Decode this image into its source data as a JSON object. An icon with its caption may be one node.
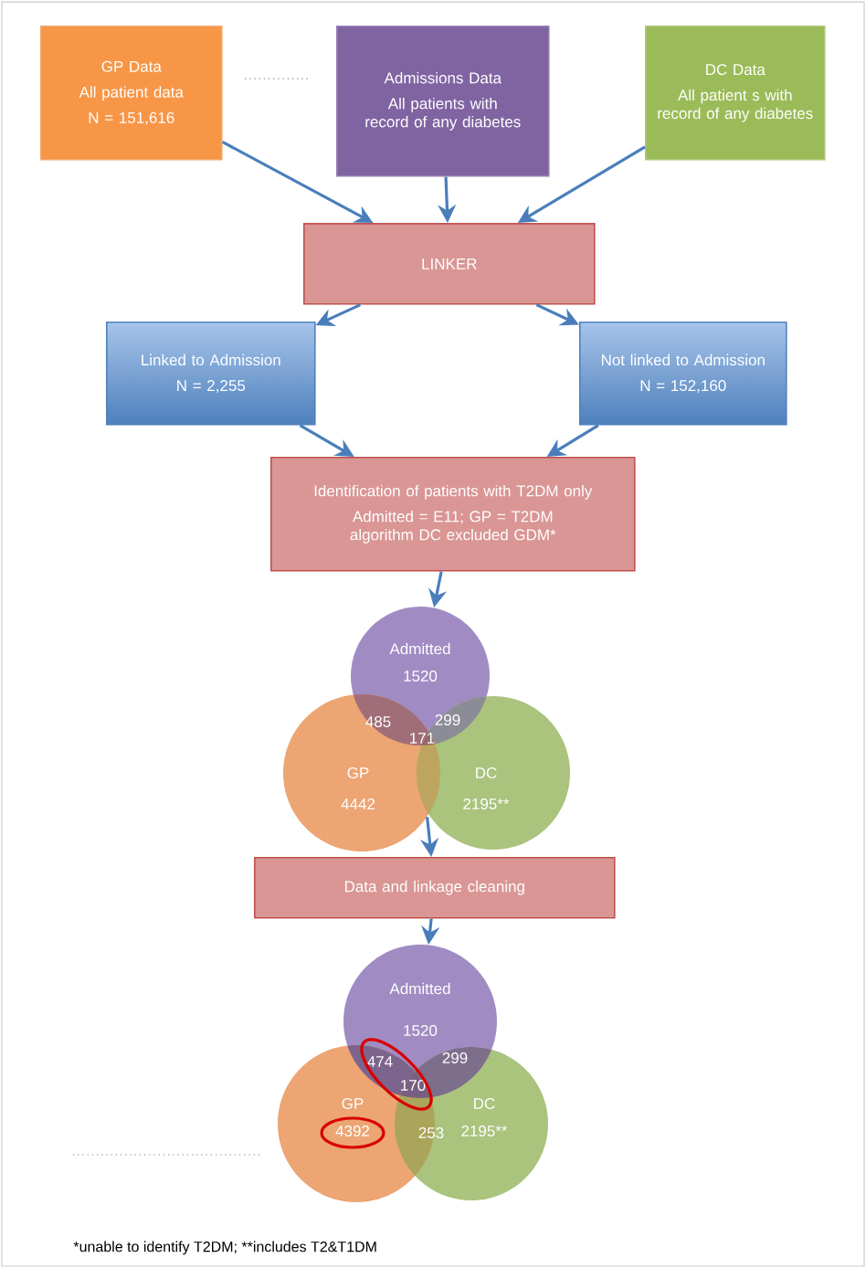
{
  "diagram": {
    "nodes": [
      {
        "text": [
          "GP Data",
          "All patient data",
          "N = 151,616"
        ]
      },
      {
        "text": [
          "Admissions Data",
          "All patients with record of any diabetes"
        ]
      },
      {
        "text": [
          "DC Data",
          "All patient s with record of any diabetes"
        ]
      },
      {
        "text": [
          "LINKER"
        ]
      },
      {
        "text": [
          "Linked to Admission",
          "N = 2,255"
        ]
      },
      {
        "text": [
          "Not linked to Admission",
          "N = 152,160"
        ]
      },
      {
        "text": [
          "Identification of patients with T2DM only",
          "Admitted = E11; GP = T2DM algorithm DC excluded GDM*"
        ]
      },
      {
        "text": [
          "Admitted",
          "1520"
        ]
      },
      {
        "text": [
          "GP",
          "4442"
        ]
      },
      {
        "text": [
          "DC",
          "2195**"
        ]
      },
      {
        "text": [
          "Data and linkage cleaning"
        ]
      },
      {
        "text": [
          "Admitted",
          "1520"
        ]
      },
      {
        "text": [
          "GP",
          "4392"
        ]
      },
      {
        "text": [
          "DC",
          "2195**"
        ]
      }
    ],
    "edges": [
      {
        "from": 0,
        "to": 3,
        "arrow": "to"
      },
      {
        "from": 1,
        "to": 3,
        "arrow": "to"
      },
      {
        "from": 2,
        "to": 3,
        "arrow": "to"
      },
      {
        "from": 3,
        "to": 4,
        "arrow": "to"
      },
      {
        "from": 3,
        "to": 5,
        "arrow": "to"
      },
      {
        "from": 4,
        "to": 6,
        "arrow": "to"
      },
      {
        "from": 5,
        "to": 6,
        "arrow": "to"
      },
      {
        "from": 6,
        "to": 7,
        "arrow": "to"
      },
      {
        "from": 8,
        "to": 10,
        "arrow": "to"
      },
      {
        "from": 10,
        "to": 11,
        "arrow": "to"
      }
    ],
    "labels": [
      "485",
      "299",
      "171",
      "474",
      "299",
      "170",
      "253"
    ],
    "caption": "*unable to identify T2DM; **includes T2&T1DM"
  }
}
